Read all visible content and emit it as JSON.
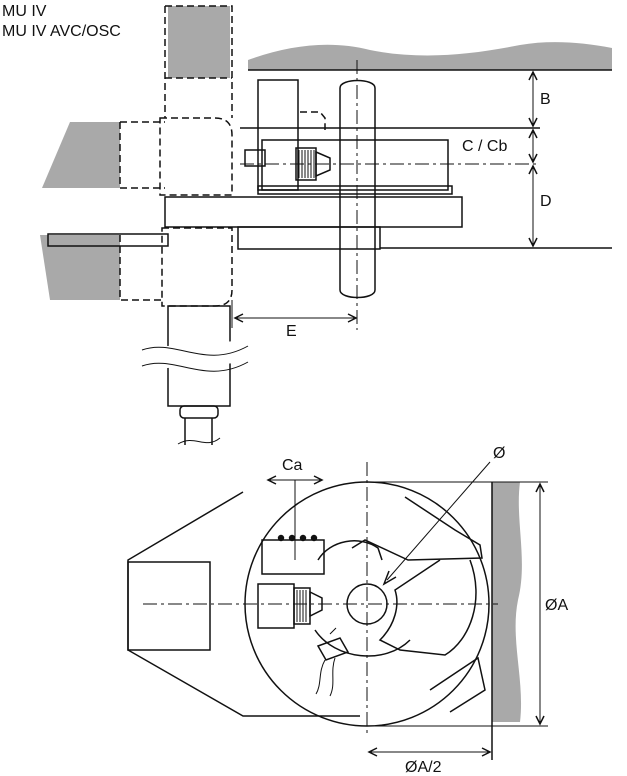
{
  "titles": {
    "line1": "MU IV",
    "line2": "MU IV AVC/OSC"
  },
  "labels": {
    "B": "B",
    "C_Cb": "C / Cb",
    "D": "D",
    "E": "E",
    "Ca": "Ca",
    "diameter": "Ø",
    "diameter_A": "ØA",
    "diameter_A_half": "ØA/2"
  },
  "colors": {
    "line": "#111111",
    "shading": "#a9a9a9",
    "background": "#ffffff"
  }
}
